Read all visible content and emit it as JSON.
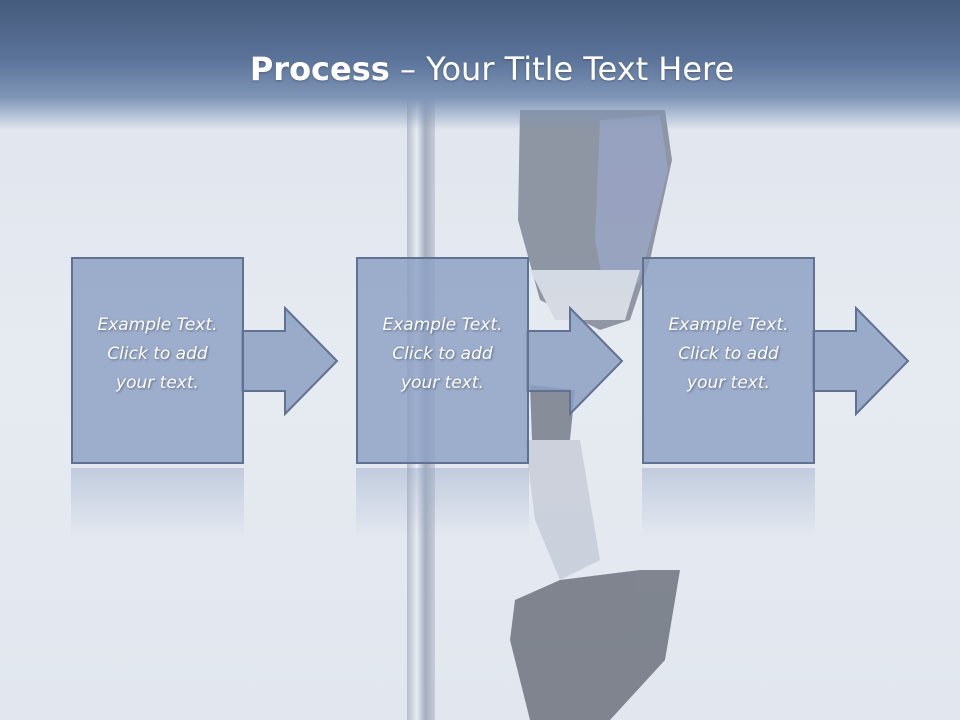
{
  "slide": {
    "title_bold": "Process",
    "title_rest": " – Your Title Text Here"
  },
  "steps": [
    {
      "line1": "Example Text.",
      "line2": "Click  to add",
      "line3": "your text."
    },
    {
      "line1": "Example Text.",
      "line2": "Click  to add",
      "line3": "your text."
    },
    {
      "line1": "Example Text.",
      "line2": "Click  to add",
      "line3": "your text."
    }
  ],
  "colors": {
    "header": "#5b7399",
    "block_fill": "#8ca0c3",
    "block_border": "#5f7291",
    "background": "#e2e7ef"
  },
  "icons": {
    "step_arrow": "right-arrow-icon"
  }
}
